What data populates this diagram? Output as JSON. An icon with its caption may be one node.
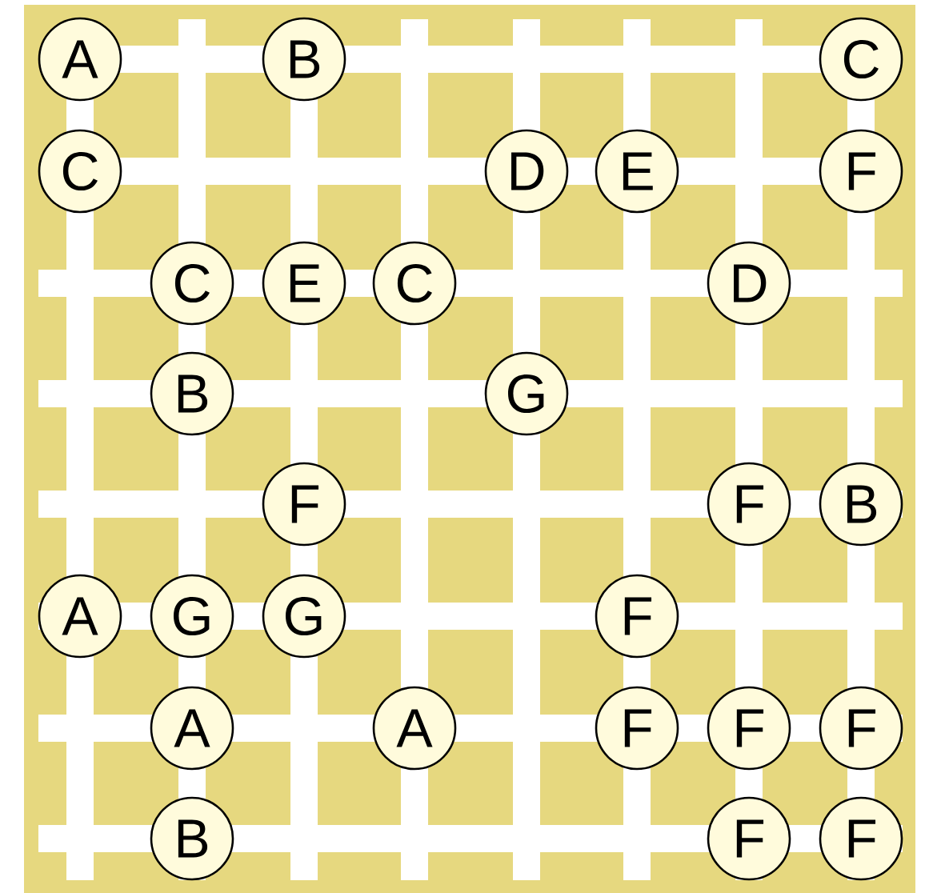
{
  "diagram": {
    "nodes": [
      {
        "text": [
          "A"
        ]
      },
      {
        "text": [
          "B"
        ]
      },
      {
        "text": [
          "C"
        ]
      },
      {
        "text": [
          "C"
        ]
      },
      {
        "text": [
          "D"
        ]
      },
      {
        "text": [
          "E"
        ]
      },
      {
        "text": [
          "F"
        ]
      },
      {
        "text": [
          "C"
        ]
      },
      {
        "text": [
          "E"
        ]
      },
      {
        "text": [
          "C"
        ]
      },
      {
        "text": [
          "D"
        ]
      },
      {
        "text": [
          "B"
        ]
      },
      {
        "text": [
          "G"
        ]
      },
      {
        "text": [
          "F"
        ]
      },
      {
        "text": [
          "F"
        ]
      },
      {
        "text": [
          "B"
        ]
      },
      {
        "text": [
          "A"
        ]
      },
      {
        "text": [
          "G"
        ]
      },
      {
        "text": [
          "G"
        ]
      },
      {
        "text": [
          "F"
        ]
      },
      {
        "text": [
          "A"
        ]
      },
      {
        "text": [
          "A"
        ]
      },
      {
        "text": [
          "F"
        ]
      },
      {
        "text": [
          "F"
        ]
      },
      {
        "text": [
          "F"
        ]
      },
      {
        "text": [
          "B"
        ]
      },
      {
        "text": [
          "F"
        ]
      },
      {
        "text": [
          "F"
        ]
      }
    ]
  }
}
